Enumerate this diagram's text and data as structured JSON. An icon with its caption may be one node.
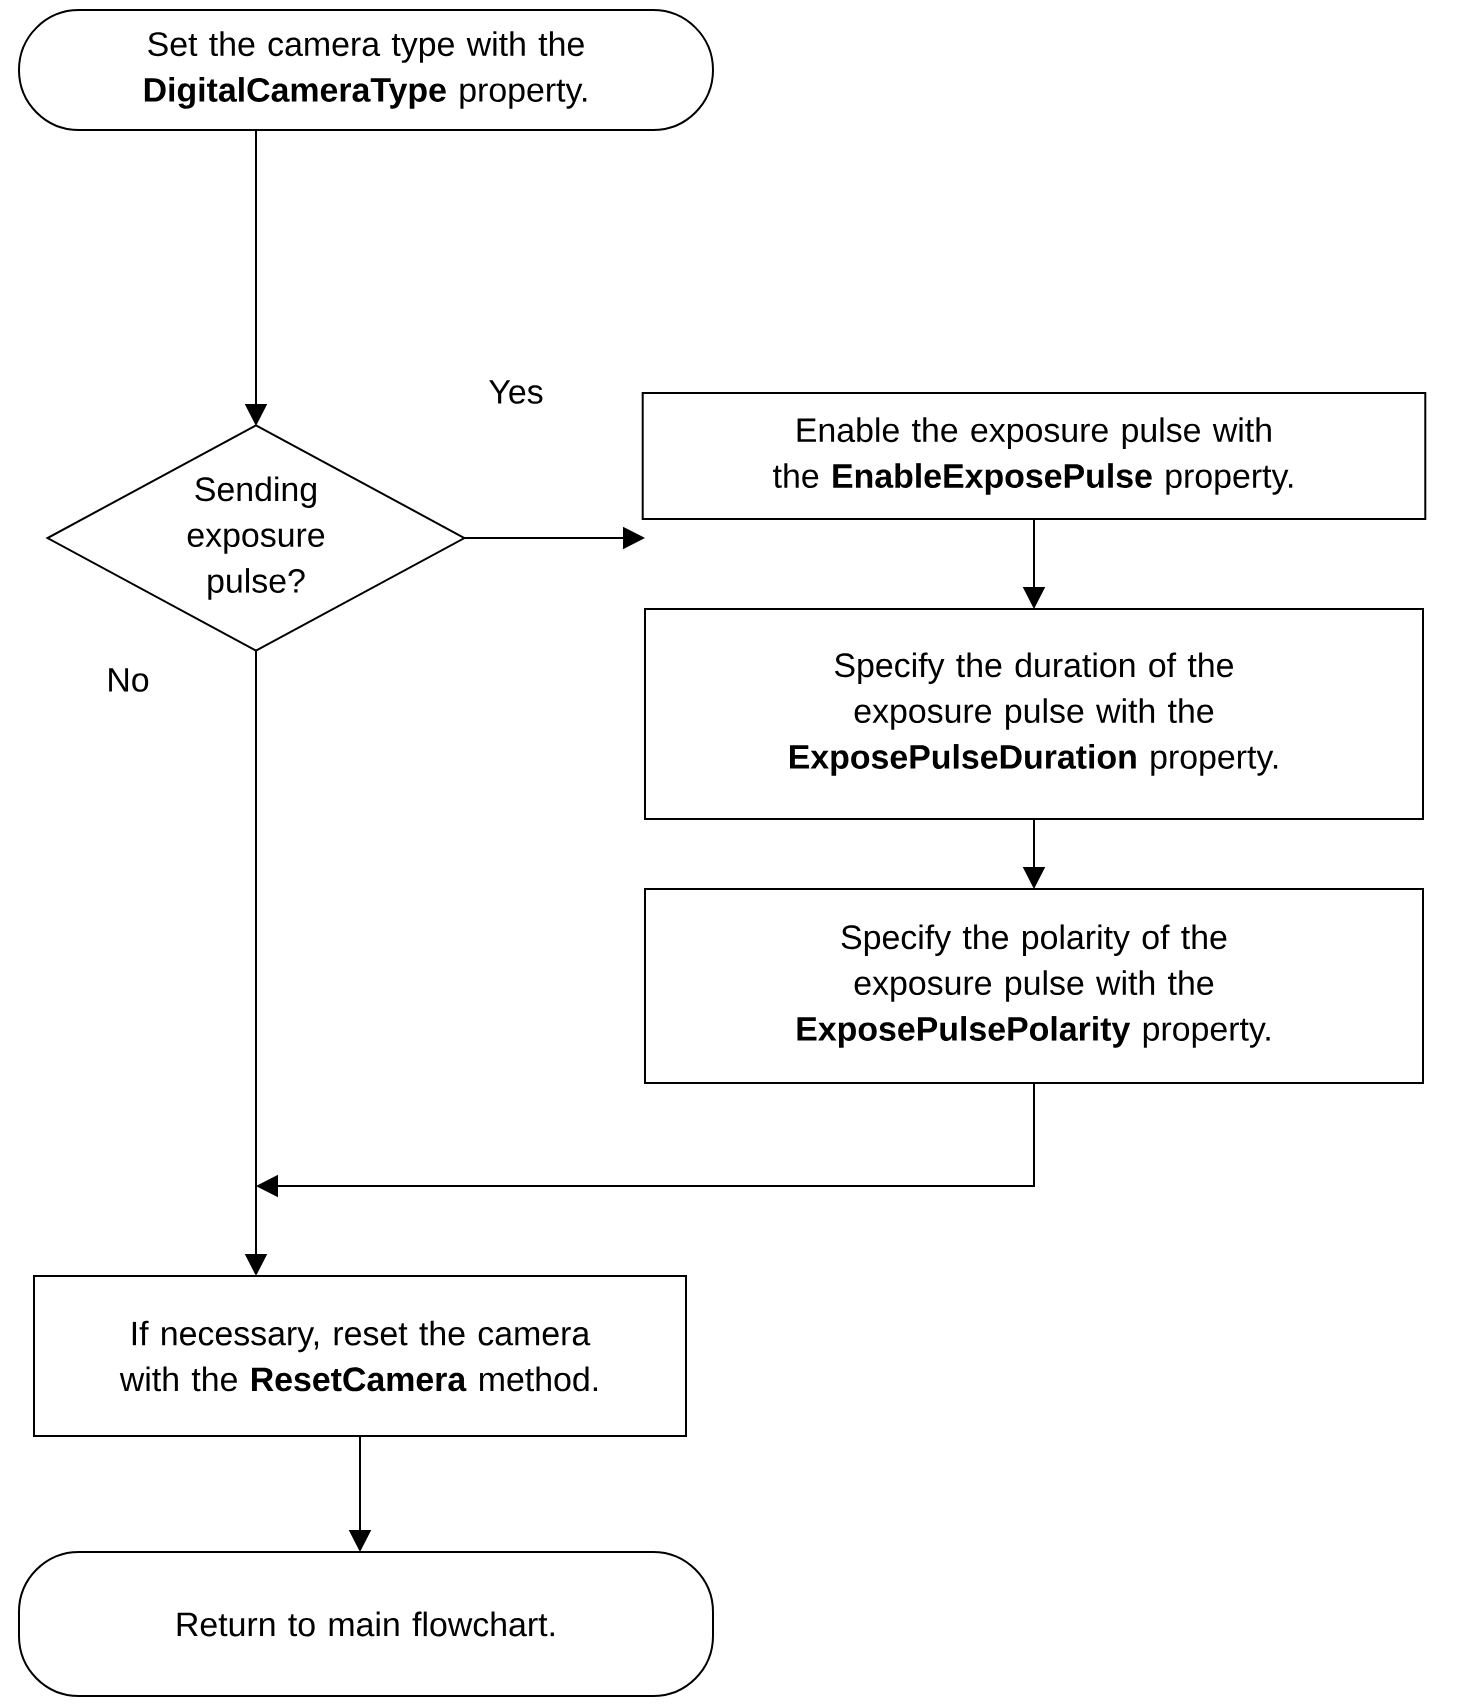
{
  "diagram": {
    "nodes": [
      {
        "text": [
          "Set the camera type with the **DigitalCameraType** property."
        ]
      },
      {
        "text": [
          "Sending exposure pulse?"
        ]
      },
      {
        "text": [
          "Enable the exposure pulse with the **EnableExposePulse** property."
        ]
      },
      {
        "text": [
          "Specify the duration of the exposure pulse with the **ExposePulseDuration** property."
        ]
      },
      {
        "text": [
          "Specify the polarity of the exposure pulse with the **ExposePulsePolarity** property."
        ]
      },
      {
        "text": [
          "If necessary, reset the camera with the **ResetCamera** method."
        ]
      },
      {
        "text": [
          "Return to main flowchart."
        ]
      }
    ],
    "edges": [
      {
        "from": 0,
        "to": 1,
        "arrow": "to"
      },
      {
        "from": 1,
        "to": 2,
        "arrow": "to",
        "label": "Yes"
      },
      {
        "from": 2,
        "to": 3,
        "arrow": "to"
      },
      {
        "from": 3,
        "to": 4,
        "arrow": "to"
      },
      {
        "from": 4,
        "to": 5,
        "arrow": "to"
      },
      {
        "from": 1,
        "to": 5,
        "arrow": "to",
        "label": "No"
      },
      {
        "from": 5,
        "to": 6,
        "arrow": "to"
      }
    ]
  }
}
